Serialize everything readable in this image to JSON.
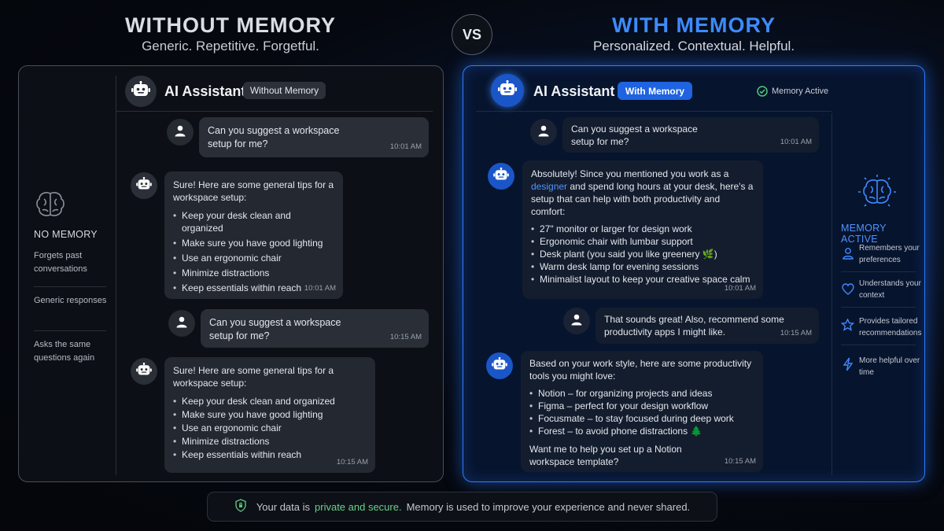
{
  "header": {
    "left_title": "WITHOUT MEMORY",
    "left_subtitle": "Generic. Repetitive. Forgetful.",
    "vs": "VS",
    "right_title": "WITH MEMORY",
    "right_subtitle": "Personalized. Contextual. Helpful."
  },
  "colors": {
    "accent": "#2f7bff",
    "green": "#6ad08a"
  },
  "left": {
    "sidebar": {
      "icon": "brain-icon",
      "title": "NO MEMORY",
      "items": [
        "Forgets past conversations",
        "Generic responses",
        "Asks the same questions again"
      ]
    },
    "chat": {
      "title": "AI Assistant",
      "badge": "Without Memory",
      "messages": [
        {
          "role": "user",
          "text": "Can you suggest a workspace setup for me?",
          "time": "10:01 AM"
        },
        {
          "role": "bot",
          "intro": "Sure! Here are some general tips for a workspace setup:",
          "bullets": [
            "Keep your desk clean and organized",
            "Make sure you have good lighting",
            "Use an ergonomic chair",
            "Minimize distractions",
            "Keep essentials within reach"
          ],
          "time": "10:01 AM"
        },
        {
          "role": "user",
          "text": "Can you suggest a workspace setup for me?",
          "time": "10:15 AM"
        },
        {
          "role": "bot",
          "intro": "Sure! Here are some general tips for a workspace setup:",
          "bullets": [
            "Keep your desk clean and organized",
            "Make sure you have good lighting",
            "Use an ergonomic chair",
            "Minimize distractions",
            "Keep essentials within reach"
          ],
          "time": "10:15 AM"
        }
      ]
    }
  },
  "right": {
    "chat": {
      "title": "AI Assistant",
      "badge": "With Memory",
      "status": "Memory Active",
      "messages": [
        {
          "role": "user",
          "text": "Can you suggest a workspace setup for me?",
          "time": "10:01 AM"
        },
        {
          "role": "bot",
          "intro_pre": "Absolutely! Since you mentioned you work as a",
          "intro_highlight": "designer",
          "intro_post": "and spend long hours at your desk, here's a setup that can help with both productivity and comfort:",
          "bullets": [
            "27\" monitor or larger for design work",
            "Ergonomic chair with lumbar support",
            "Desk plant (you said you like greenery 🌿)",
            "Warm desk lamp for evening sessions",
            "Minimalist layout to keep your creative space calm"
          ],
          "time": "10:01 AM"
        },
        {
          "role": "user",
          "text": "That sounds great! Also, recommend some productivity apps I might like.",
          "time": "10:15 AM"
        },
        {
          "role": "bot",
          "intro": "Based on your work style, here are some productivity tools you might love:",
          "bullets": [
            "Notion – for organizing projects and ideas",
            "Figma – perfect for your design workflow",
            "Focusmate – to stay focused during deep work",
            "Forest – to avoid phone distractions 🌲"
          ],
          "outro": "Want me to help you set up a Notion workspace template?",
          "time": "10:15 AM"
        }
      ]
    },
    "sidebar": {
      "icon": "brain-icon",
      "title": "MEMORY ACTIVE",
      "items": [
        {
          "icon": "user-icon",
          "text": "Remembers your preferences"
        },
        {
          "icon": "heart-icon",
          "text": "Understands your context"
        },
        {
          "icon": "star-icon",
          "text": "Provides tailored recommendations"
        },
        {
          "icon": "bolt-icon",
          "text": "More helpful over time"
        }
      ]
    }
  },
  "footer": {
    "icon": "shield-icon",
    "pre": "Your data is",
    "highlight": "private and secure.",
    "post": "Memory is used to improve your experience and never shared."
  }
}
